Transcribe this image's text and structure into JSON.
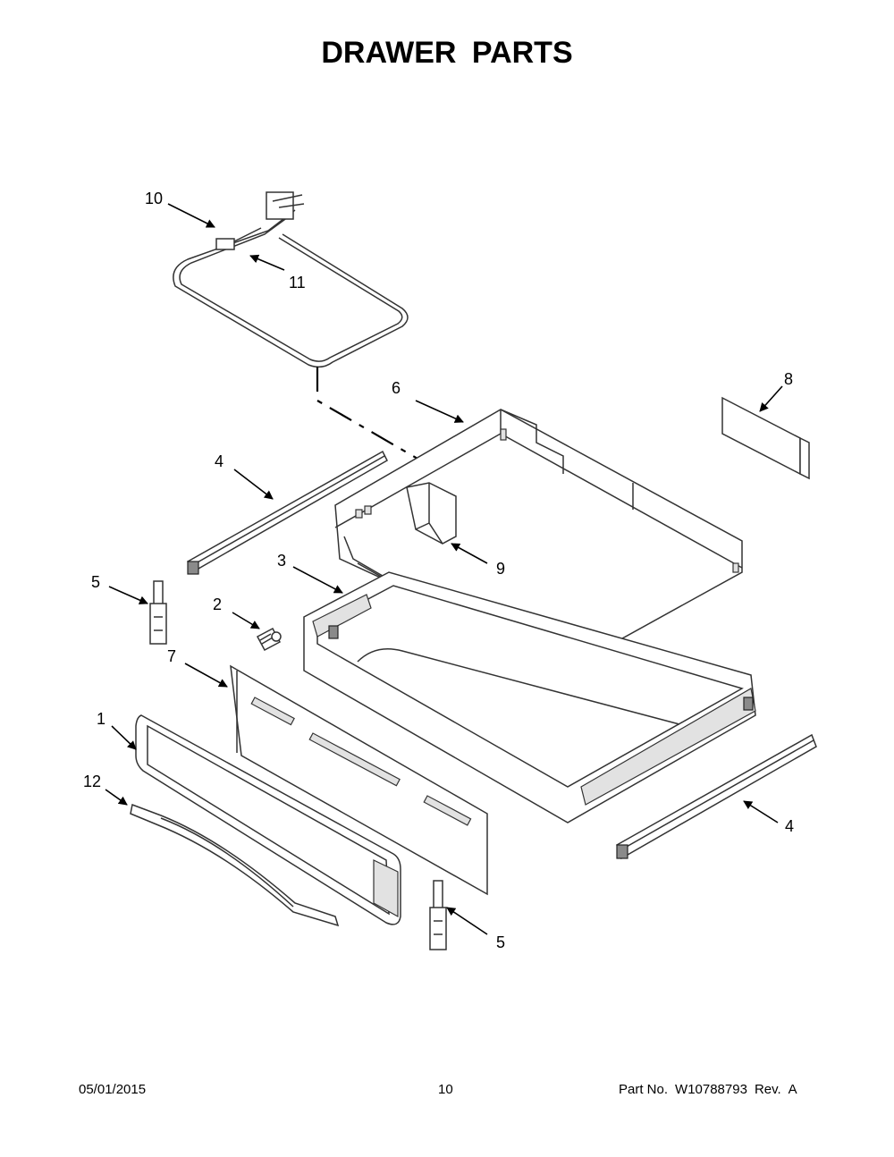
{
  "title": "DRAWER  PARTS",
  "callouts": {
    "p1": "1",
    "p2": "2",
    "p3": "3",
    "p4a": "4",
    "p4b": "4",
    "p5a": "5",
    "p5b": "5",
    "p6": "6",
    "p7": "7",
    "p8": "8",
    "p9": "9",
    "p10": "10",
    "p11": "11",
    "p12": "12"
  },
  "footer": {
    "date": "05/01/2015",
    "page": "10",
    "part_label": "Part No.",
    "part_no": "W10788793",
    "rev_label": "Rev.",
    "rev": "A"
  }
}
